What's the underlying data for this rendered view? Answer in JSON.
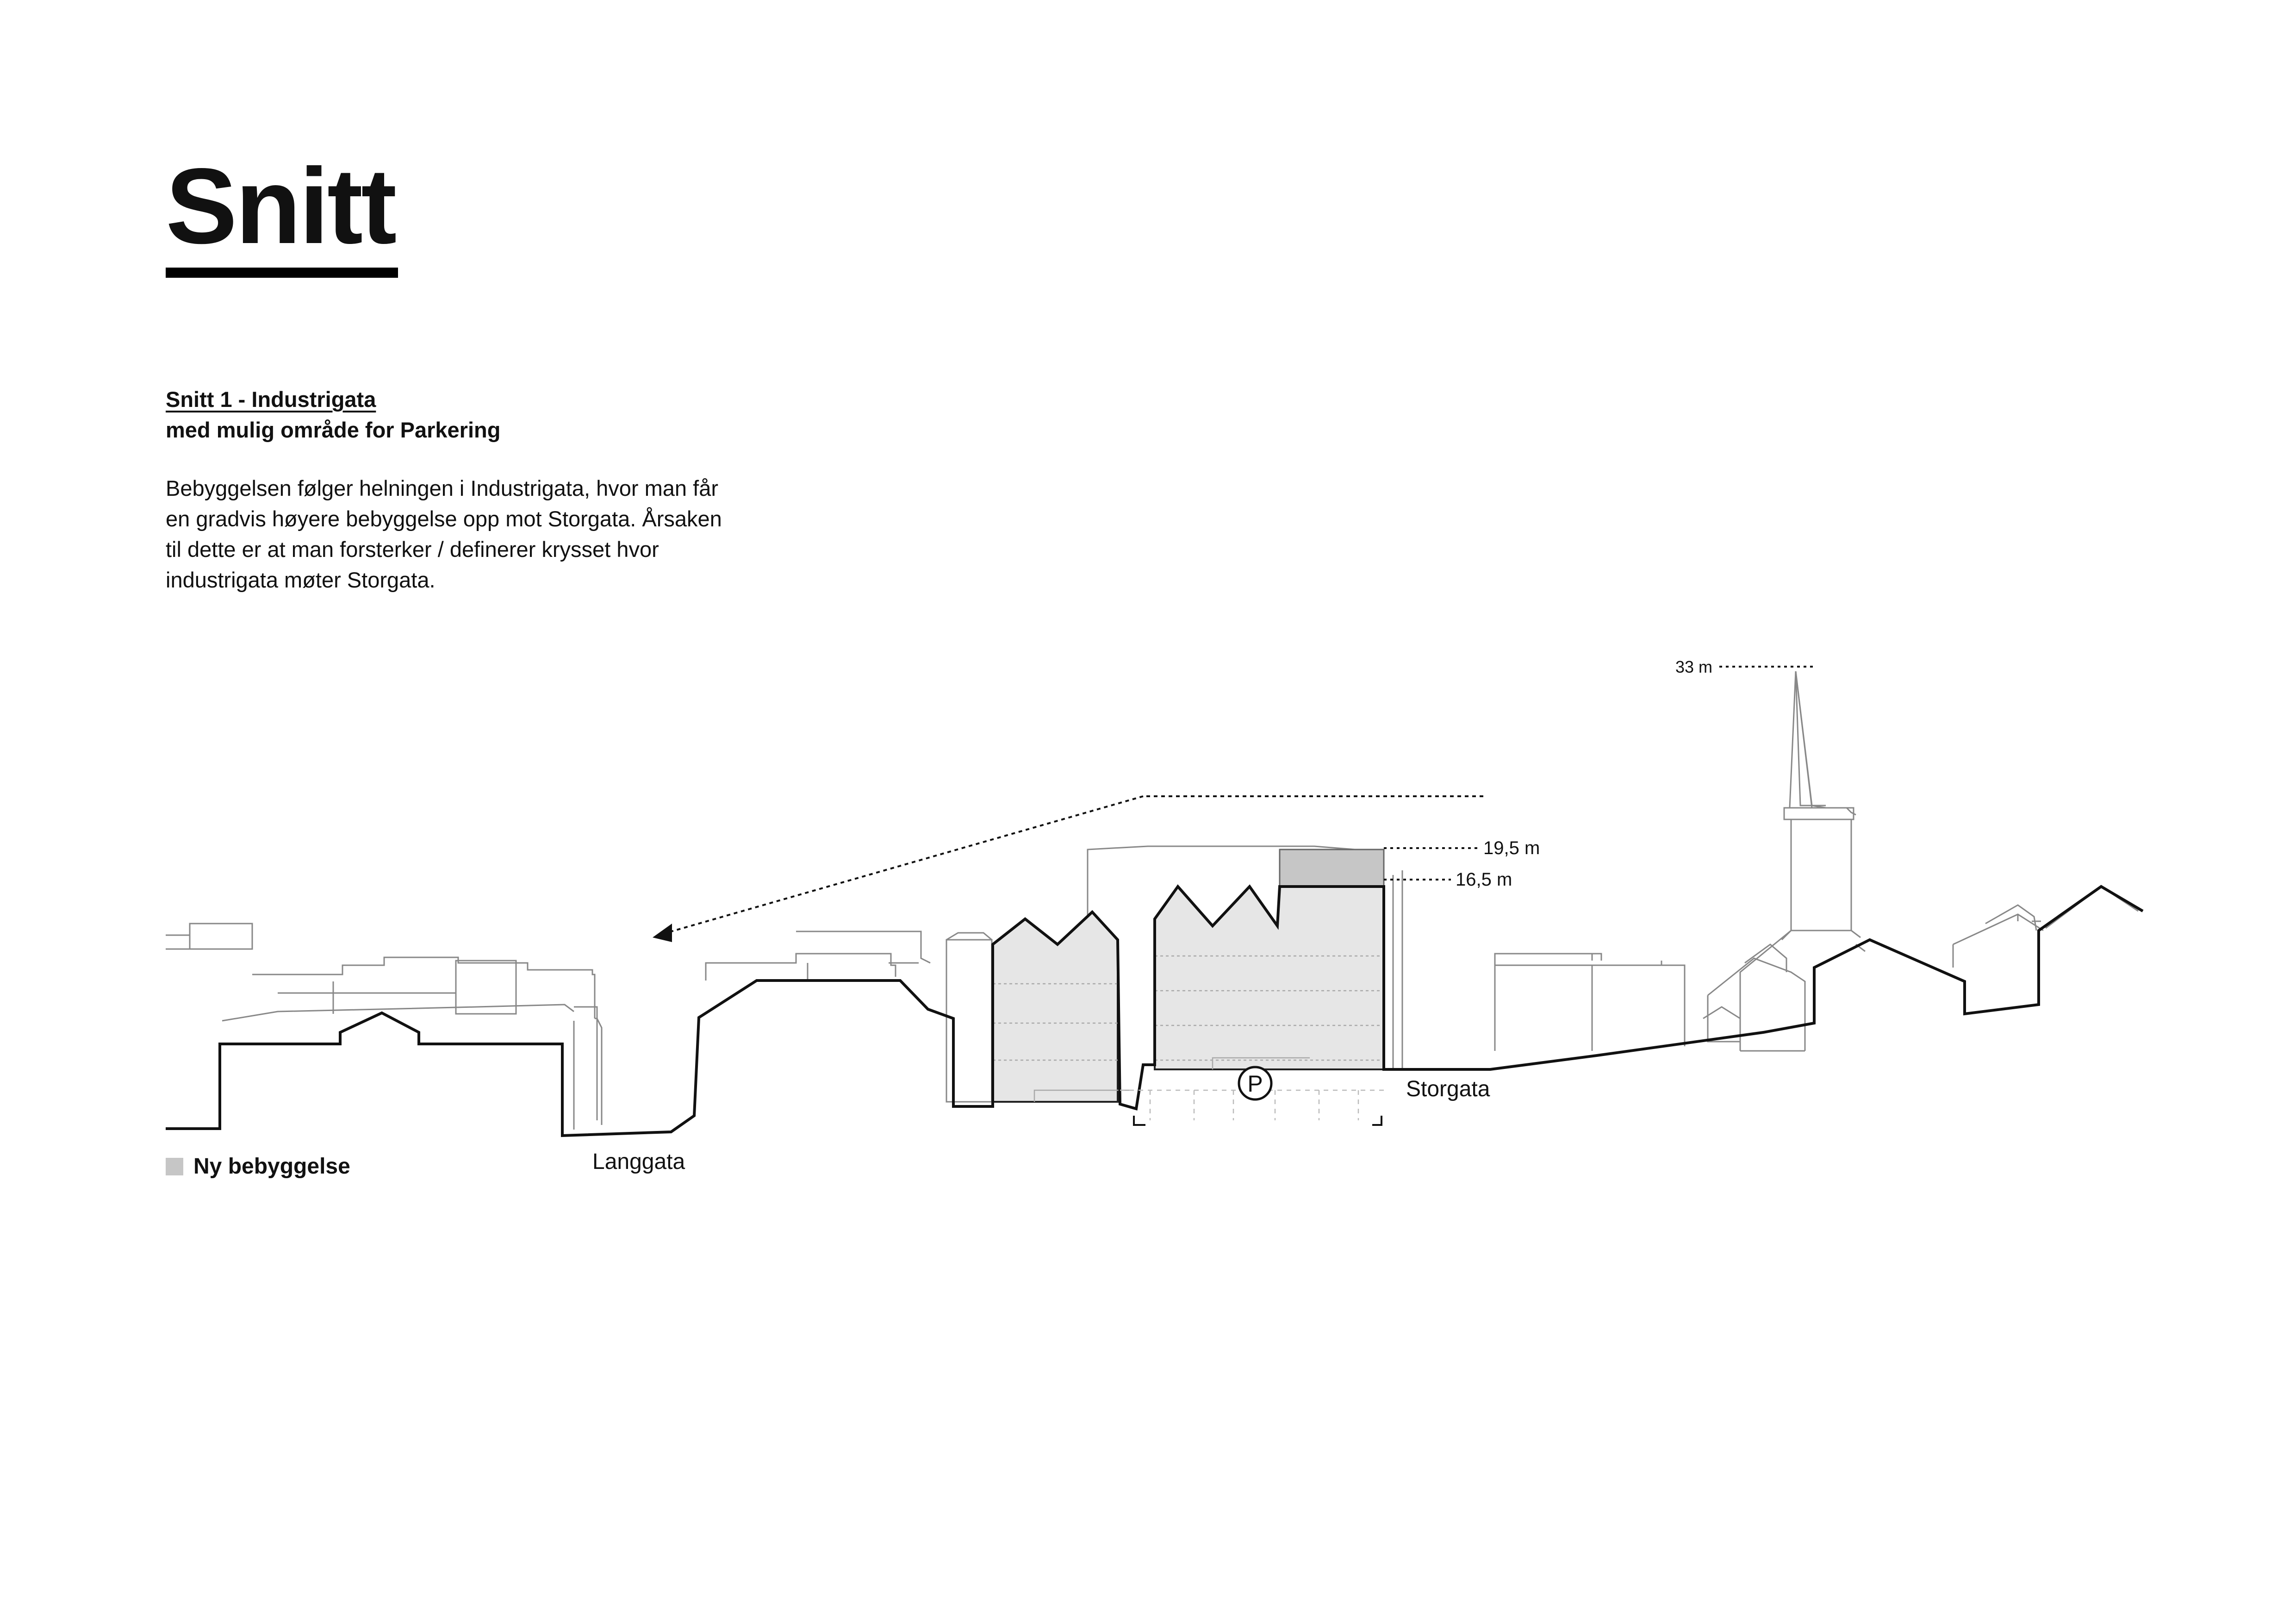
{
  "title": "Snitt",
  "section": {
    "heading": "Snitt 1 - Industrigata",
    "subheading": "med mulig område for Parkering",
    "description_lines": [
      "Bebyggelsen følger helningen i Industrigata, hvor man får",
      "en gradvis høyere bebyggelse opp mot Storgata. Årsaken",
      "til dette er at man forsterker / definerer krysset hvor",
      "industrigata møter Storgata."
    ]
  },
  "legend": {
    "label": "Ny bebyggelse",
    "color": "#c6c6c6"
  },
  "drawing": {
    "street_left": "Langgata",
    "street_right": "Storgata",
    "height_church": "33 m",
    "height_upper": "19,5 m",
    "height_lower": "16,5 m",
    "parking_symbol": "P"
  },
  "colors": {
    "ink": "#111111",
    "new_building_fill": "#e6e6e6",
    "new_building_top": "#c6c6c6"
  }
}
